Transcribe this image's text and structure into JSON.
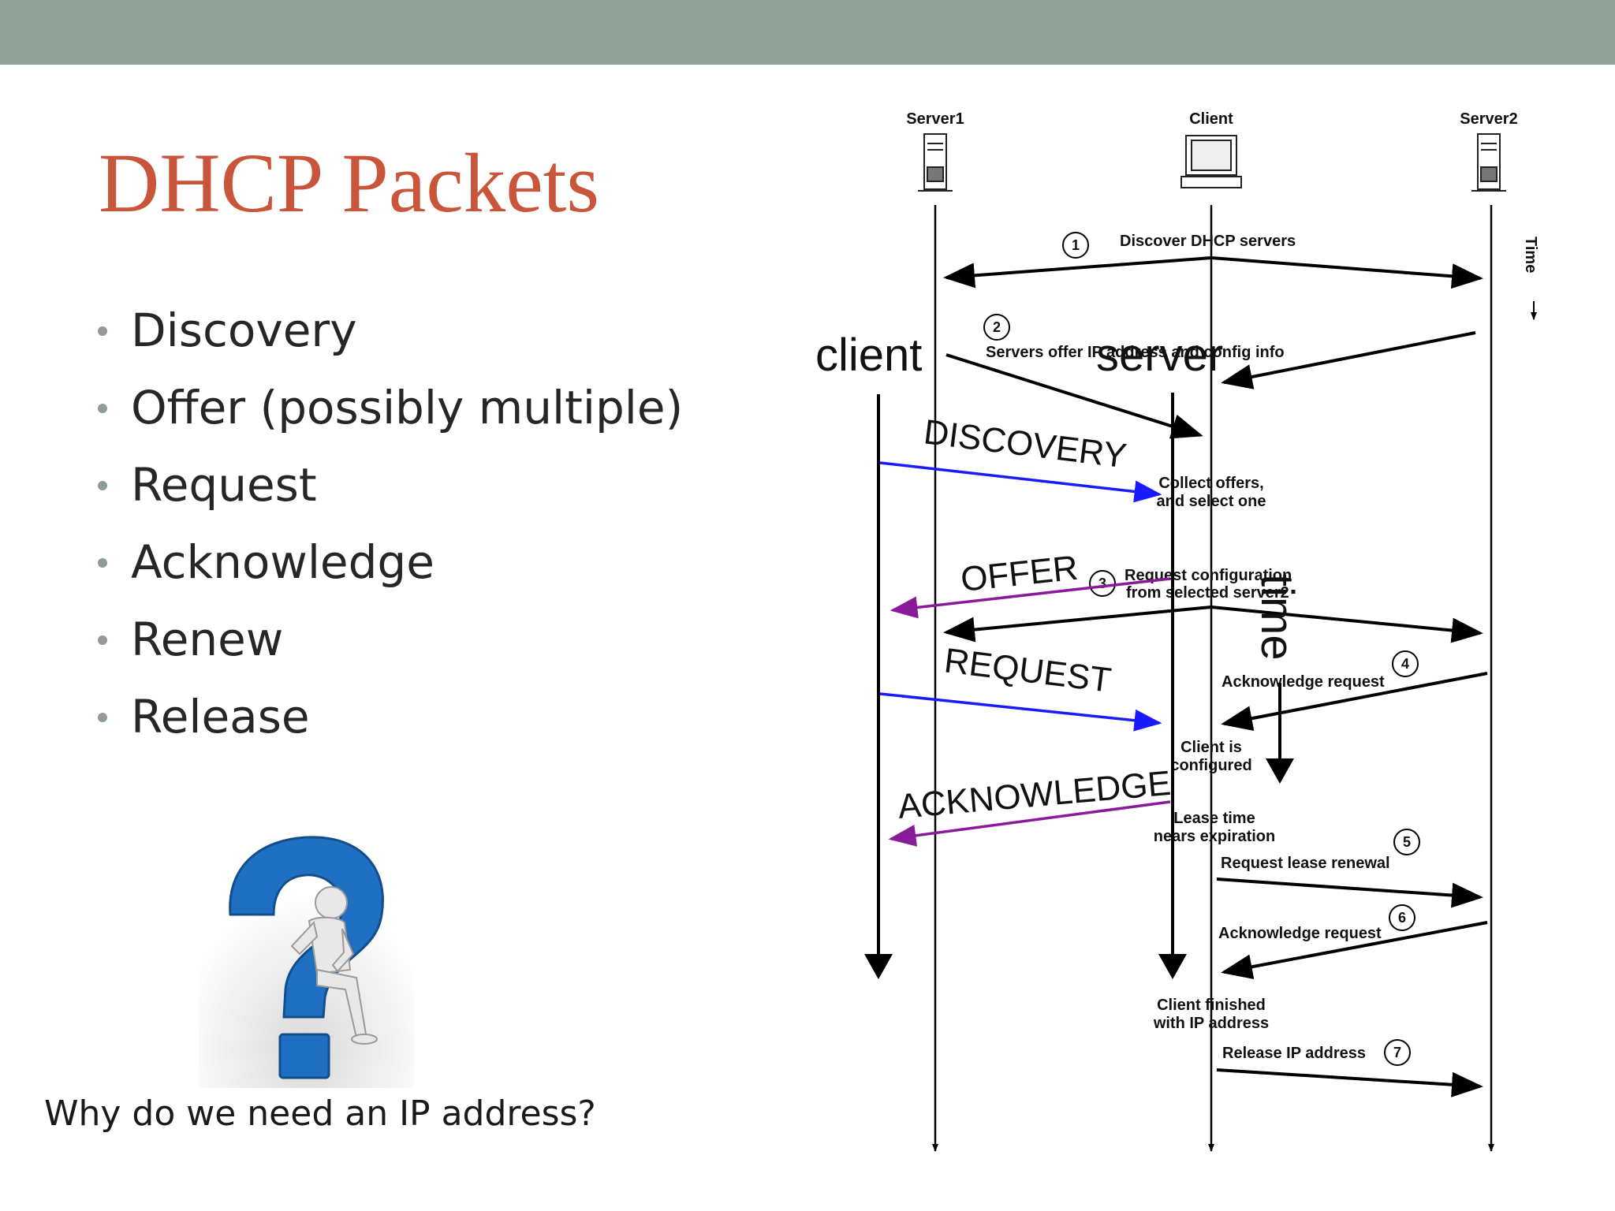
{
  "slide": {
    "title": "DHCP Packets",
    "bullets": [
      "Discovery",
      "Offer (possibly multiple)",
      "Request",
      "Acknowledge",
      "Renew",
      "Release"
    ],
    "caption": "Why do we need an IP address?",
    "colors": {
      "title": "#c9563b",
      "top_bar": "#91a39a",
      "question_mark": "#1f6fc2"
    }
  },
  "diagram": {
    "columns": {
      "server1": "Server1",
      "client": "Client",
      "server2": "Server2"
    },
    "time_label": "Time",
    "steps": [
      {
        "num": "1",
        "label": "Discover DHCP servers"
      },
      {
        "num": "2",
        "label": "Servers offer IP address and config info"
      },
      {
        "num": "3",
        "label_line1": "Request configuration",
        "label_line2": "from selected server2"
      },
      {
        "num": "4",
        "label": "Acknowledge request"
      },
      {
        "num": "5",
        "label": "Request lease renewal"
      },
      {
        "num": "6",
        "label": "Acknowledge request"
      },
      {
        "num": "7",
        "label": "Release IP address"
      }
    ],
    "notes": {
      "collect_line1": "Collect offers,",
      "collect_line2": "and select one",
      "configured_line1": "Client is",
      "configured_line2": "configured",
      "lease_line1": "Lease time",
      "lease_line2": "nears expiration",
      "finished_line1": "Client finished",
      "finished_line2": "with IP address"
    },
    "overlay": {
      "client": "client",
      "server": "server",
      "time": "time",
      "discovery": "DISCOVERY",
      "offer": "OFFER",
      "request": "REQUEST",
      "acknowledge": "ACKNOWLEDGE",
      "colors": {
        "request_arrows": "#1a1aff",
        "reply_arrows": "#8a1a9a"
      }
    }
  }
}
